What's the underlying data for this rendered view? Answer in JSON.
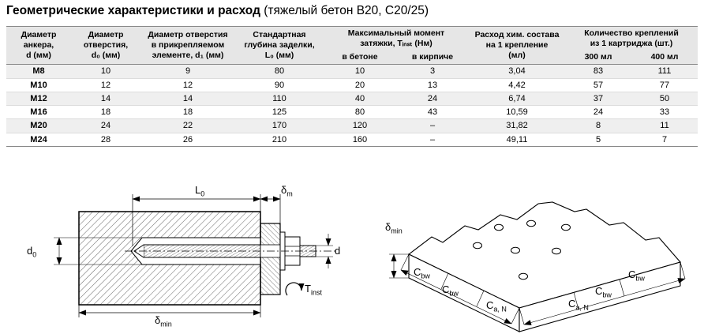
{
  "title": {
    "bold": "Геометрические характеристики и расход",
    "normal": " (тяжелый бетон В20, С20/25)"
  },
  "table": {
    "headers": {
      "anchor": "Диаметр\nанкера,\nd (мм)",
      "hole": "Диаметр\nотверстия,\nd₀ (мм)",
      "fixture_hole": "Диаметр отверстия\nв прикрепляемом\nэлементе, d₁ (мм)",
      "embedment": "Стандартная\nглубина заделки,\nL₀ (мм)",
      "torque_group": "Максимальный момент\nзатяжки, Tᵢₙₛₜ (Нм)",
      "torque_concrete": "в бетоне",
      "torque_brick": "в кирпиче",
      "consumption": "Расход хим. состава\nна 1 крепление\n(мл)",
      "qty_group": "Количество креплений\nиз 1 картриджа (шт.)",
      "qty_300": "300 мл",
      "qty_400": "400 мл"
    },
    "rows": [
      {
        "anchor": "M8",
        "d0": "10",
        "d1": "9",
        "l0": "80",
        "concrete": "10",
        "brick": "3",
        "chem": "3,04",
        "n300": "83",
        "n400": "111"
      },
      {
        "anchor": "M10",
        "d0": "12",
        "d1": "12",
        "l0": "90",
        "concrete": "20",
        "brick": "13",
        "chem": "4,42",
        "n300": "57",
        "n400": "77"
      },
      {
        "anchor": "M12",
        "d0": "14",
        "d1": "14",
        "l0": "110",
        "concrete": "40",
        "brick": "24",
        "chem": "6,74",
        "n300": "37",
        "n400": "50"
      },
      {
        "anchor": "M16",
        "d0": "18",
        "d1": "18",
        "l0": "125",
        "concrete": "80",
        "brick": "43",
        "chem": "10,59",
        "n300": "24",
        "n400": "33"
      },
      {
        "anchor": "M20",
        "d0": "24",
        "d1": "22",
        "l0": "170",
        "concrete": "120",
        "brick": "–",
        "chem": "31,82",
        "n300": "8",
        "n400": "11"
      },
      {
        "anchor": "M24",
        "d0": "28",
        "d1": "26",
        "l0": "210",
        "concrete": "160",
        "brick": "–",
        "chem": "49,11",
        "n300": "5",
        "n400": "7"
      }
    ]
  },
  "diagrams": {
    "left": {
      "l0": {
        "base": "L",
        "sub": "0"
      },
      "delta_m": {
        "base": "δ",
        "sub": "m"
      },
      "d0": {
        "base": "d",
        "sub": "0"
      },
      "d": {
        "base": "d",
        "sub": ""
      },
      "delta_min": {
        "base": "δ",
        "sub": "min"
      },
      "t_inst": {
        "base": "T",
        "sub": "inst"
      }
    },
    "right": {
      "delta_min": {
        "base": "δ",
        "sub": "min"
      },
      "c_bw": {
        "base": "C",
        "sub": "bw"
      },
      "c_an": {
        "base": "C",
        "sub": "a, N"
      }
    }
  }
}
